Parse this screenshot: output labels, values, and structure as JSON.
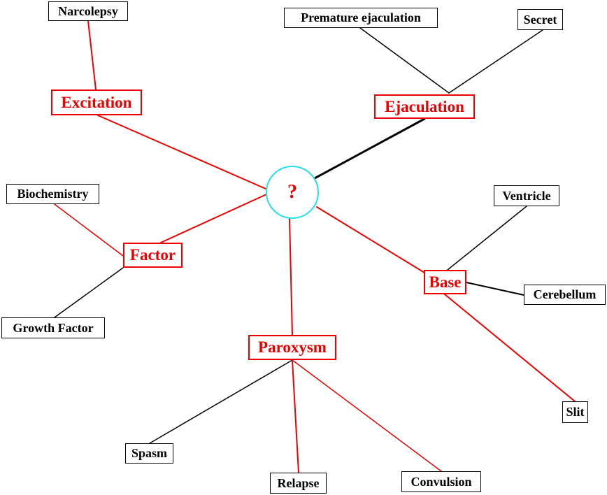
{
  "center": {
    "label": "?"
  },
  "branches": {
    "excitation": {
      "label": "Excitation",
      "children": [
        "Narcolepsy"
      ]
    },
    "ejaculation": {
      "label": "Ejaculation",
      "children": [
        "Premature ejaculation",
        "Secret"
      ]
    },
    "factor": {
      "label": "Factor",
      "children": [
        "Biochemistry",
        "Growth Factor"
      ]
    },
    "base": {
      "label": "Base",
      "children": [
        "Ventricle",
        "Cerebellum",
        "Slit"
      ]
    },
    "paroxysm": {
      "label": "Paroxysm",
      "children": [
        "Spasm",
        "Relapse",
        "Convulsion"
      ]
    }
  },
  "colors": {
    "hub": "#ee0000",
    "leaf": "#000000",
    "center_ring": "#22e0e8"
  }
}
